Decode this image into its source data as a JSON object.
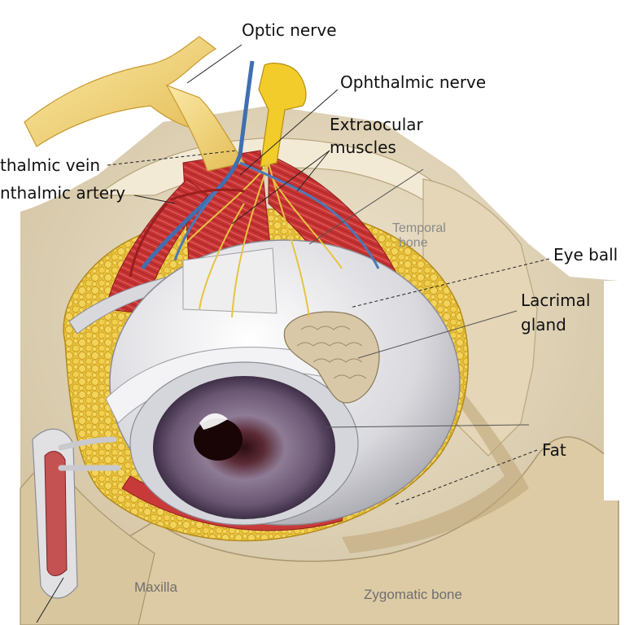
{
  "labels": {
    "optic_nerve": "Optic nerve",
    "ophthalmic_nerve": "Ophthalmic nerve",
    "extraocular_1": "Extraocular",
    "extraocular_2": "muscles",
    "ophthalmic_vein": "thalmic vein",
    "ophthalmic_artery": "nthalmic artery",
    "eye_ball": "Eye ball",
    "lacrimal_1": "Lacrimal",
    "lacrimal_2": "gland",
    "fat": "Fat"
  },
  "plate_labels": {
    "temporal_1": "Temporal",
    "temporal_2": "bone",
    "maxilla": "Maxilla",
    "zygomatic": "Zygomatic bone"
  },
  "colors": {
    "bone": "#e9dcc2",
    "nerve": "#f3d37a",
    "muscle": "#c83a3a",
    "vein": "#4a79b8",
    "fat": "#e9c13a",
    "sclera": "#e6e6e9",
    "iris": "#6a5672"
  }
}
